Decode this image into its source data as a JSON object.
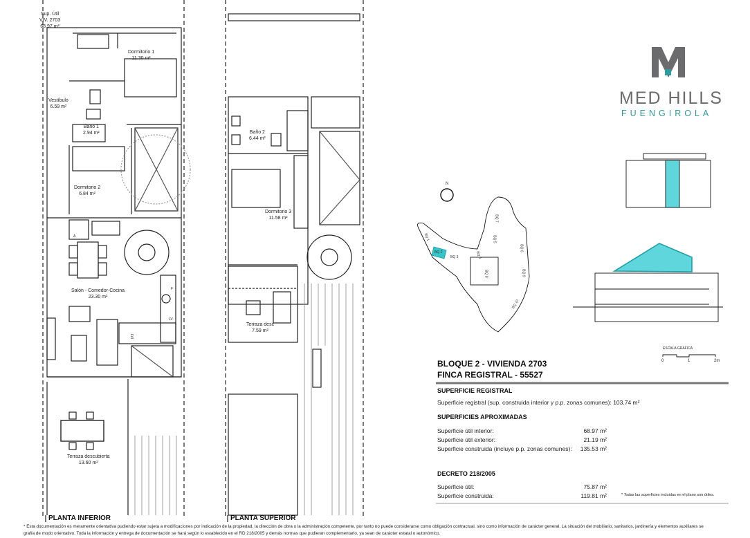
{
  "lower_plan": {
    "title": "PLANTA INFERIOR",
    "sup_util": {
      "line1": "Sup. Útil",
      "line2": "VIV. 2703",
      "line3": "68.97 m²"
    },
    "rooms": [
      {
        "name": "Dormitorio 1",
        "area": "11.30 m²"
      },
      {
        "name": "Vestíbulo",
        "area": "6.59 m²"
      },
      {
        "name": "Baño 1",
        "area": "2.94 m²"
      },
      {
        "name": "Dormitorio 2",
        "area": "6.84 m²"
      },
      {
        "name": "Salón - Comedor-Cocina",
        "area": "23.30 m²"
      },
      {
        "name": "Terraza descubierta",
        "area": "13.60 m²"
      }
    ],
    "appliance_labels": {
      "a": "A",
      "f": "F",
      "lv": "LV",
      "lvi": "LVI"
    }
  },
  "upper_plan": {
    "title": "PLANTA SUPERIOR",
    "rooms": [
      {
        "name": "Baño 2",
        "area": "6.44 m²"
      },
      {
        "name": "Dormitorio 3",
        "area": "11.58 m²"
      },
      {
        "name": "Terraza desc",
        "area": "7.59 m²"
      }
    ]
  },
  "logo": {
    "main": "MED HILLS",
    "sub": "FUENGIROLA",
    "brand_grey": "#6b6a6c",
    "brand_teal": "#2c9ba0"
  },
  "site_map": {
    "north": "N",
    "blocks": [
      "BQ 1",
      "BQ 2",
      "BQ 3",
      "BQ 4",
      "BQ 5",
      "BQ 6",
      "BQ 7",
      "BQ 8",
      "BQ 9",
      "BQ 10"
    ],
    "highlight_color": "#35c6cc"
  },
  "scale": {
    "title": "ESCALA GRÁFICA",
    "ticks": [
      "0",
      "1",
      "2m"
    ]
  },
  "info": {
    "title1": "BLOQUE 2 - VIVIENDA 2703",
    "title2": "FINCA REGISTRAL - 55527",
    "registral": {
      "heading": "SUPERFICIE REGISTRAL",
      "label": "Superficie registral (sup. construida interior y p.p. zonas comunes):",
      "value": "103.74 m²"
    },
    "aproximadas": {
      "heading": "SUPERFICIES APROXIMADAS",
      "rows": [
        {
          "label": "Superficie útil interior:",
          "value": "68.97 m²"
        },
        {
          "label": "Superficie útil exterior:",
          "value": "21.19 m²"
        },
        {
          "label": "Superficie construida (incluye p.p. zonas comunes):",
          "value": "135.53 m²"
        }
      ]
    },
    "decreto": {
      "heading": "DECRETO 218/2005",
      "rows": [
        {
          "label": "Superficie útil:",
          "value": "75.87 m²"
        },
        {
          "label": "Superficie construida:",
          "value": "119.81 m²"
        }
      ],
      "note": "* Todas las superficies incluidas en el plano son útiles."
    }
  },
  "footnote": {
    "line1": "* Esta documentación es meramente orientativa pudiendo estar sujeta a modificaciones por indicación de la propiedad, la dirección de obra o la administración competente, por tanto no puede considerarse como obligación contractual, sino como información de carácter general. La situación del mobiliario, sanitarios, jardinería y elementos auxiliares se",
    "line2": "grafía de modo orientativo. Toda la información y entrega de documentación se hará según lo establecido en el RD 218/2005 y demás normas que pudieran complementarlo, ya sean de carácter estatal o autonómico."
  }
}
